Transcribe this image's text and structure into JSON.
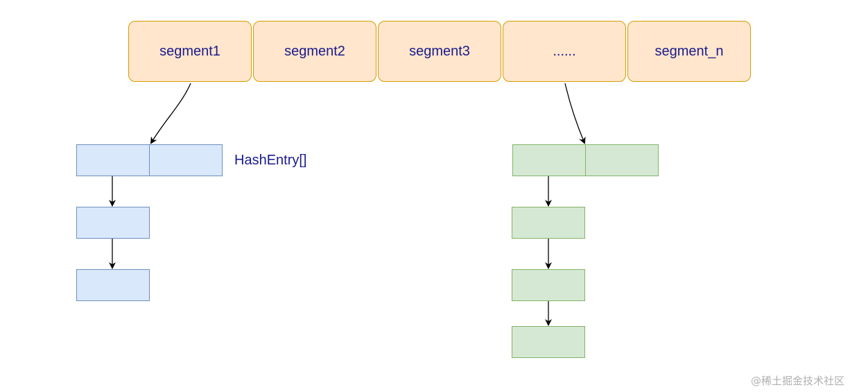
{
  "segments": [
    {
      "label": "segment1"
    },
    {
      "label": "segment2"
    },
    {
      "label": "segment3"
    },
    {
      "label": "......"
    },
    {
      "label": "segment_n"
    }
  ],
  "hash_entry_label": "HashEntry[]",
  "watermark": "@稀土掘金技术社区",
  "colors": {
    "segment_fill": "#ffe6cc",
    "segment_border": "#d79b00",
    "blue_fill": "#dae8fc",
    "blue_border": "#6c8ebf",
    "green_fill": "#d5e8d4",
    "green_border": "#82b366",
    "text": "#1a1a8c"
  }
}
